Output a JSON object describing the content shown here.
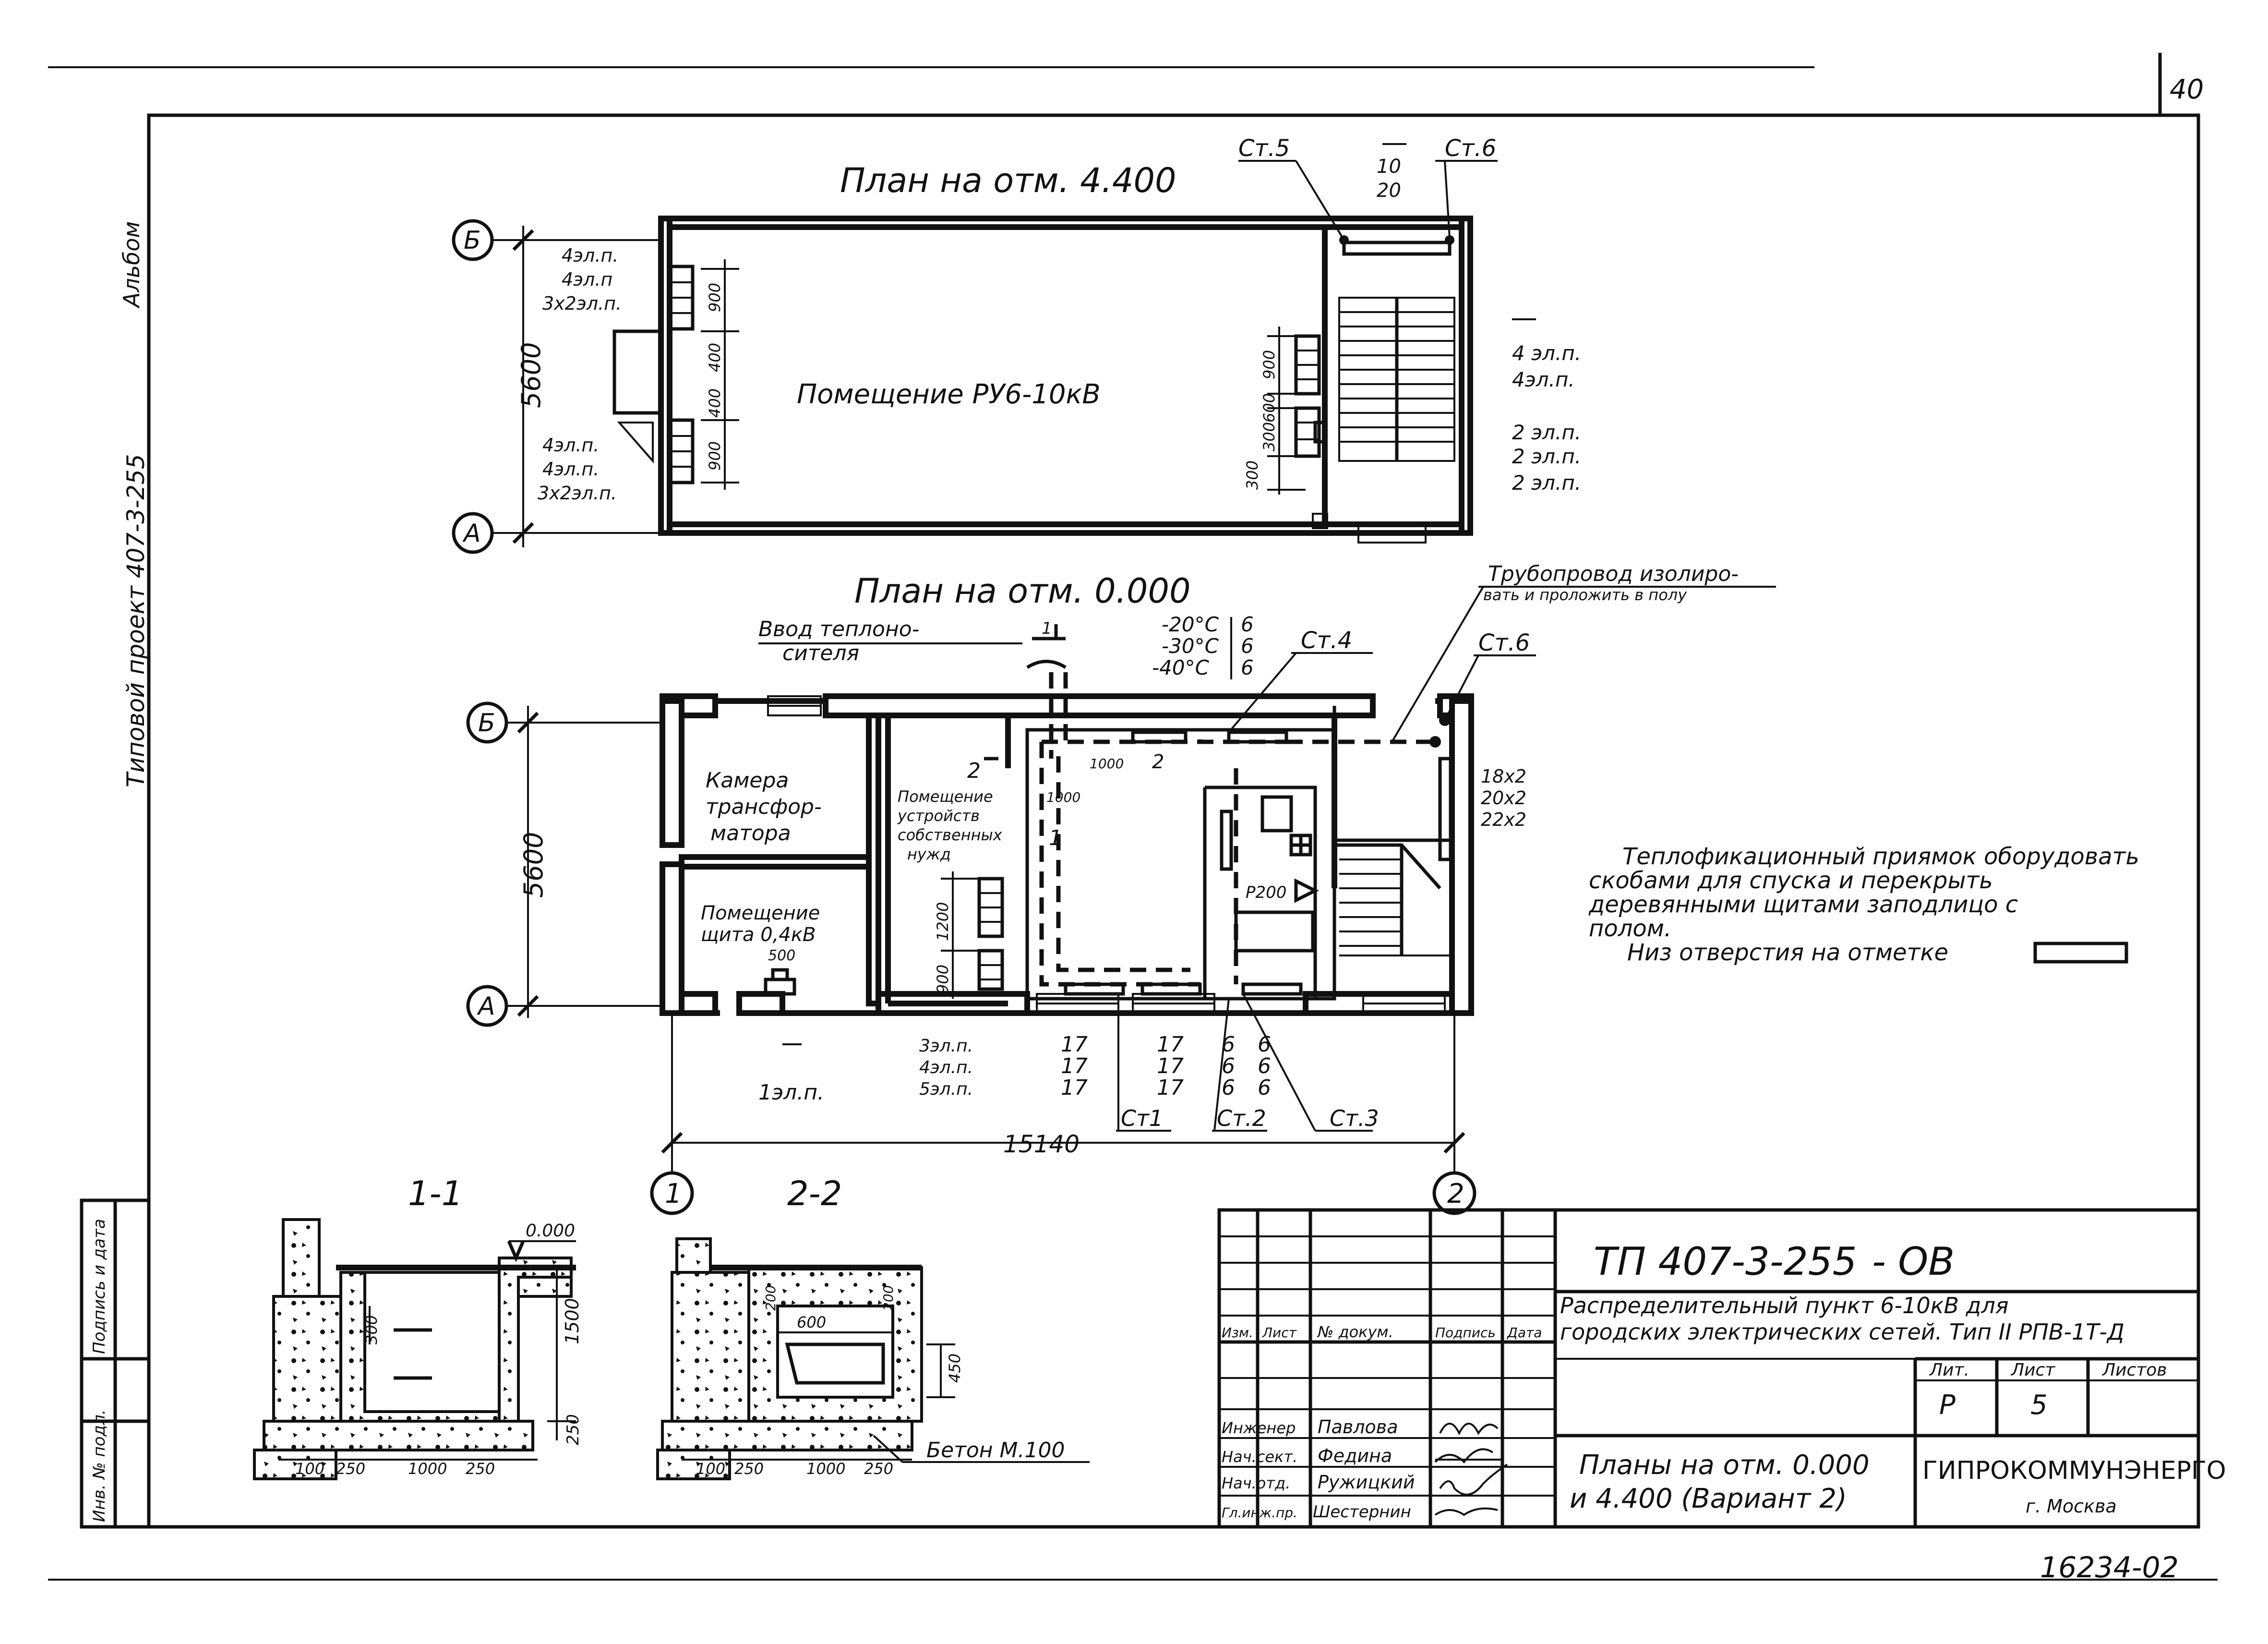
{
  "sheet": {
    "sheet_number": "40",
    "archive_number": "16234-02",
    "side_label_album": "Альбом",
    "side_label_project": "Типовой проект 407-3-255",
    "stamp_labels": [
      "Инв. № подл.",
      "Подпись и дата"
    ]
  },
  "plan_top": {
    "title": "План на отм. 4.400",
    "room_label": "Помещение РУ6-10кВ",
    "axis_b": "Б",
    "axis_a": "А",
    "dim_height": "5600",
    "left_labels_top": [
      "4эл.п.",
      "4эл.п",
      "3х2эл.п."
    ],
    "left_labels_bottom": [
      "4эл.п.",
      "4эл.п.",
      "3х2эл.п."
    ],
    "left_dims_top": [
      "900",
      "400"
    ],
    "left_dims_bottom": [
      "400",
      "900"
    ],
    "right_dims": [
      "900",
      "600",
      "300",
      "300"
    ],
    "right_labels": [
      "4 эл.п.",
      "4эл.п.",
      "2 эл.п.",
      "2 эл.п.",
      "2 эл.п."
    ],
    "st5": "Ст.5",
    "st6": "Ст.6",
    "fraction_top": "10",
    "fraction_bottom": "20"
  },
  "plan_bottom": {
    "title": "План на отм. 0.000",
    "inlet_label_1": "Ввод теплоно-",
    "inlet_label_2": "сителя",
    "section_mark": "1",
    "temps": [
      "-20°С",
      "-30°С",
      "-40°С"
    ],
    "temp_values": [
      "6",
      "6",
      "6"
    ],
    "pipeline_note_1": "Трубопровод изолиро-",
    "pipeline_note_2": "вать и проложить в полу",
    "st4": "Ст.4",
    "st6": "Ст.6",
    "st1": "Ст1",
    "st2": "Ст.2",
    "st3": "Ст.3",
    "axis_b": "Б",
    "axis_a": "А",
    "dim_height": "5600",
    "room_transformer": [
      "Камера",
      "трансфор-",
      "матора"
    ],
    "room_own_needs": [
      "Помещение",
      "устройств",
      "собственных",
      "нужд"
    ],
    "room_switchboard": [
      "Помещение",
      "щита 0,4кВ"
    ],
    "dim_500": "500",
    "dim_1200": "1200",
    "dim_900": "900",
    "dim_1000a": "1000",
    "dim_1000b": "1000",
    "section_2": "2",
    "riser_labels": [
      "18х2",
      "20х2",
      "22х2"
    ],
    "pipe_p200": "Р200",
    "bottom_left_label": "1эл.п.",
    "bottom_rows": [
      {
        "label": "3эл.п.",
        "v1": "17",
        "v2": "17",
        "v3": "6",
        "v4": "6"
      },
      {
        "label": "4эл.п.",
        "v1": "17",
        "v2": "17",
        "v3": "6",
        "v4": "6"
      },
      {
        "label": "5эл.п.",
        "v1": "17",
        "v2": "17",
        "v3": "6",
        "v4": "6"
      }
    ],
    "dim_total": "15140",
    "axis_1": "1",
    "axis_2": "2"
  },
  "note": {
    "line1": "Теплофикационный приямок оборудовать",
    "line2": "скобами для спуска и перекрыть",
    "line3": "деревянными щитами заподлицо с",
    "line4": "полом.",
    "line5": "Низ отверстия на отметке"
  },
  "section_1": {
    "title": "1-1",
    "elev": "0.000",
    "dim_300": "300",
    "dim_1500": "1500",
    "dim_250v": "250",
    "bottom_dims": [
      "100",
      "250",
      "1000",
      "250"
    ]
  },
  "section_2": {
    "title": "2-2",
    "dim_600": "600",
    "dim_200a": "200",
    "dim_200b": "200",
    "dim_450": "450",
    "concrete_label": "Бетон М.100",
    "bottom_dims": [
      "100",
      "250",
      "1000",
      "250"
    ]
  },
  "title_block": {
    "code": "ТП 407-3-255",
    "suffix": "- ОВ",
    "desc_line1": "Распределительный пункт 6-10кВ для",
    "desc_line2": "городских электрических сетей. Тип II РПВ-1Т-Д",
    "col_headers": [
      "Изм.",
      "Лист",
      "№ докум.",
      "Подпись",
      "Дата"
    ],
    "stage_headers": [
      "Лит.",
      "Лист",
      "Листов"
    ],
    "stage_values": [
      "Р",
      "5",
      ""
    ],
    "people": [
      {
        "role": "Инженер",
        "name": "Павлова"
      },
      {
        "role": "Нач.сект.",
        "name": "Федина"
      },
      {
        "role": "Нач.отд.",
        "name": "Ружицкий"
      },
      {
        "role": "Гл.инж.пр.",
        "name": "Шестернин"
      }
    ],
    "sheet_title_1": "Планы на отм. 0.000",
    "sheet_title_2": "и 4.400 (Вариант 2)",
    "org": "ГИПРОКОММУНЭНЕРГО",
    "city": "г. Москва"
  }
}
